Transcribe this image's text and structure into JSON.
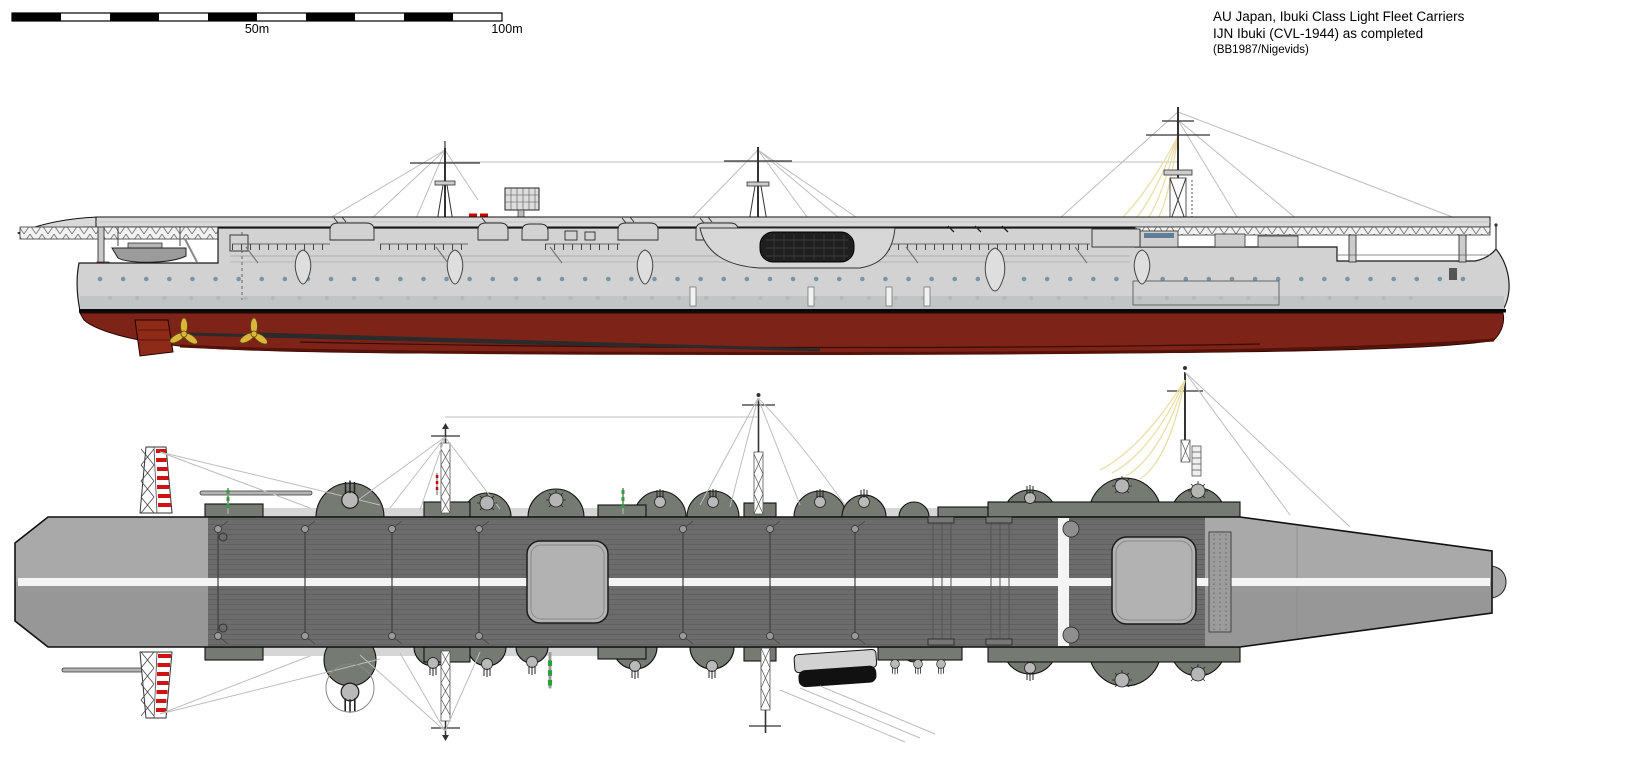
{
  "header": {
    "line1": "AU Japan, Ibuki Class Light Fleet Carriers",
    "line2": "IJN Ibuki (CVL-1944) as completed",
    "line3": "(BB1987/Nigevids)"
  },
  "scale_bar": {
    "label_mid": "50m",
    "label_end": "100m"
  },
  "colors": {
    "page_bg": "#ffffff",
    "hull_gray": "#d2d2d2",
    "hull_gray_shade": "#c2c5c5",
    "deck_band": "#d9d9d9",
    "hull_red": "#7e2318",
    "hull_red_dark": "#541208",
    "rudder_red": "#8d2a18",
    "flight_deck_planked": "#6c6c6c",
    "plank_line": "#5e5e5e",
    "deck_light_upper": "#a9a9a9",
    "deck_light_lower": "#979797",
    "elevator_gray": "#b2b2b2",
    "sponson_gray": "#757a72",
    "tub_light": "#c9c9c9",
    "centerline_white": "#f4f4f4",
    "mast_stripe_red": "#cf1212",
    "rigging_gray": "#bdbdbd",
    "rigging_yellow": "#eadfa9",
    "funnel_dark": "#1f1f1f",
    "prop_gold": "#dcb63c",
    "porthole_blue": "#7b95a4",
    "marker_red": "#cc0000",
    "signal_green": "#2e9e3a"
  }
}
